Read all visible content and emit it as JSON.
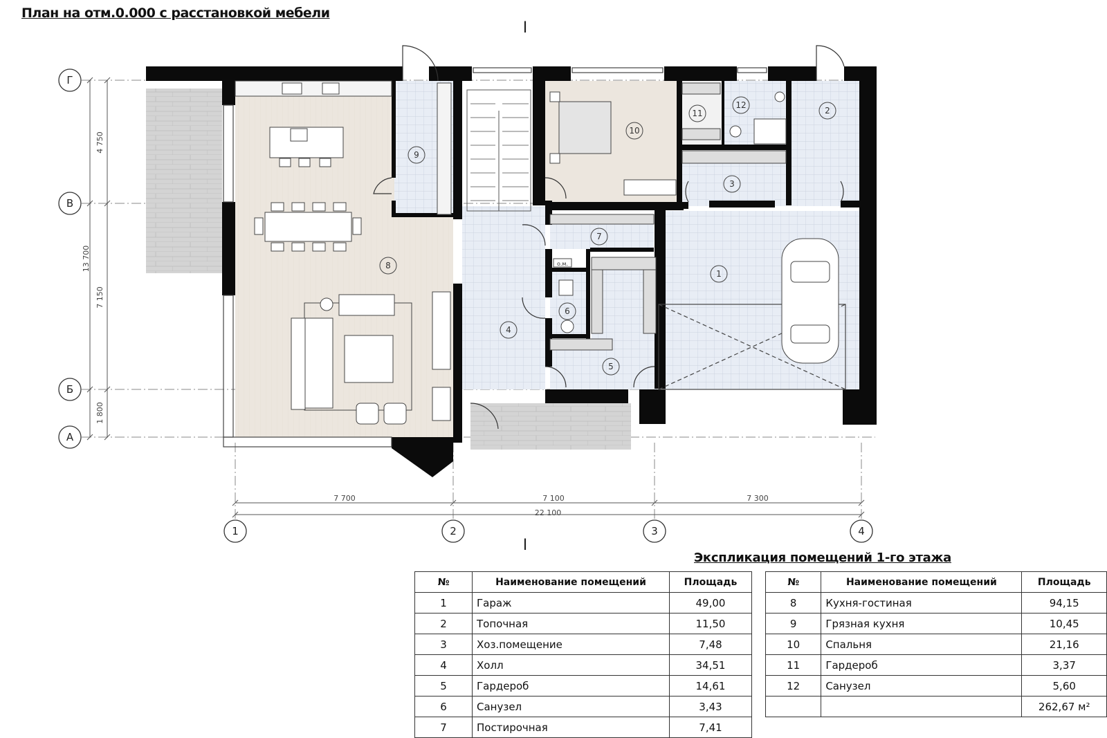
{
  "title": "План на отм.0.000 с расстановкой мебели",
  "section_marks": [
    "I",
    "I"
  ],
  "axes": {
    "rows": [
      "Г",
      "В",
      "Б",
      "А"
    ],
    "columns": [
      "1",
      "2",
      "3",
      "4"
    ]
  },
  "dimensions": {
    "vertical": [
      "4 750",
      "13 700",
      "7 150",
      "1 800"
    ],
    "horizontal": [
      "7 700",
      "7 100",
      "7 300"
    ],
    "total": "22 100"
  },
  "room_numbers": [
    "1",
    "2",
    "3",
    "4",
    "5",
    "6",
    "7",
    "8",
    "9",
    "10",
    "11",
    "12"
  ],
  "misc_labels": {
    "om": "о.м."
  },
  "explication": {
    "title": "Экспликация помещений 1-го этажа",
    "headers": {
      "num": "№",
      "name": "Наименование помещений",
      "area": "Площадь"
    },
    "left": [
      {
        "num": "1",
        "name": "Гараж",
        "area": "49,00"
      },
      {
        "num": "2",
        "name": "Топочная",
        "area": "11,50"
      },
      {
        "num": "3",
        "name": "Хоз.помещение",
        "area": "7,48"
      },
      {
        "num": "4",
        "name": "Холл",
        "area": "34,51"
      },
      {
        "num": "5",
        "name": "Гардероб",
        "area": "14,61"
      },
      {
        "num": "6",
        "name": "Санузел",
        "area": "3,43"
      },
      {
        "num": "7",
        "name": "Постирочная",
        "area": "7,41"
      }
    ],
    "right": [
      {
        "num": "8",
        "name": "Кухня-гостиная",
        "area": "94,15"
      },
      {
        "num": "9",
        "name": "Грязная кухня",
        "area": "10,45"
      },
      {
        "num": "10",
        "name": "Спальня",
        "area": "21,16"
      },
      {
        "num": "11",
        "name": "Гардероб",
        "area": "3,37"
      },
      {
        "num": "12",
        "name": "Санузел",
        "area": "5,60"
      },
      {
        "num": "",
        "name": "",
        "area": "262,67 м²"
      }
    ]
  },
  "colors": {
    "wall": "#0b0b0b",
    "living_floor": "#ece6de",
    "tile_floor": "#e6ebf3",
    "tile_grid": "#c6cfdc",
    "terrace": "#cfcfcf",
    "axis_line": "#888888"
  }
}
